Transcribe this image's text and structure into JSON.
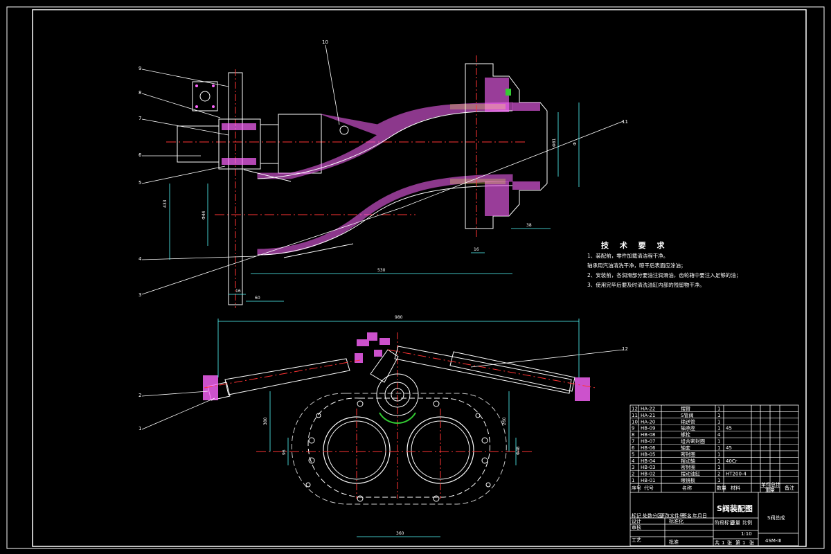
{
  "technical_requirements": {
    "title": "技 术 要 求",
    "lines": [
      "1、装配前，零件加载清洁程干净。",
      "轴承用汽油清洗干净，晾干后表面应涂油；",
      "2、安装前，各润滑部分要油注润滑油，齿轮箱中要注入足够的油；",
      "3、使用完毕后要及时清洗油缸内部的残留物干净。"
    ]
  },
  "part_balloons": [
    "9",
    "8",
    "7",
    "6",
    "5",
    "4",
    "3",
    "10",
    "11",
    "12",
    "2",
    "1"
  ],
  "dimensions": {
    "d_top_right_1": "Φ",
    "d_top_right_2": "Φ81",
    "d_vertical_left": "433",
    "d_vertical_inner": "Φ44",
    "d_bottom_long": "530",
    "d_bottom_small1": "16",
    "d_bottom_small2": "60",
    "d_right_small": "38",
    "d_right_bottom": "16",
    "d_bottom_view_top": "980",
    "d_bottom_view_left": "380",
    "d_bottom_view_h": "96",
    "d_bottom_view_right": "260",
    "d_bottom_view_bottom": "360",
    "d_bottom_view_c": "Φ48"
  },
  "parts_list": {
    "rows": [
      {
        "no": "12",
        "code": "HA-22",
        "name": "摆臂",
        "qty": "1",
        "material": "",
        "note": ""
      },
      {
        "no": "11",
        "code": "HA-21",
        "name": "S管阀",
        "qty": "1",
        "material": "",
        "note": ""
      },
      {
        "no": "10",
        "code": "HA-20",
        "name": "输送管",
        "qty": "1",
        "material": "",
        "note": ""
      },
      {
        "no": "9",
        "code": "HB-09",
        "name": "轴承座",
        "qty": "1",
        "material": "45",
        "note": ""
      },
      {
        "no": "8",
        "code": "HB-08",
        "name": "螺栓",
        "qty": "4",
        "material": "",
        "note": ""
      },
      {
        "no": "7",
        "code": "HB-07",
        "name": "组合密封圈",
        "qty": "1",
        "material": "",
        "note": ""
      },
      {
        "no": "6",
        "code": "HB-06",
        "name": "轴套",
        "qty": "1",
        "material": "45",
        "note": ""
      },
      {
        "no": "5",
        "code": "HB-05",
        "name": "密封圈",
        "qty": "1",
        "material": "",
        "note": ""
      },
      {
        "no": "4",
        "code": "HB-04",
        "name": "摆动轴",
        "qty": "1",
        "material": "40Cr",
        "note": ""
      },
      {
        "no": "3",
        "code": "HB-03",
        "name": "密封圈",
        "qty": "1",
        "material": "",
        "note": ""
      },
      {
        "no": "2",
        "code": "HB-02",
        "name": "摆动油缸",
        "qty": "2",
        "material": "HT200-4",
        "note": ""
      },
      {
        "no": "1",
        "code": "HB-01",
        "name": "眼镜板",
        "qty": "1",
        "material": "",
        "note": ""
      }
    ],
    "header": {
      "no": "序号",
      "code": "代号",
      "name": "名称",
      "qty": "数量",
      "material": "材料",
      "unit_weight": "单件",
      "total_weight": "总计",
      "weight_label": "重量",
      "note": "备注"
    }
  },
  "title_block": {
    "drawing_title": "S阀装配图",
    "project": "S阀总成",
    "drawing_no": "4SM-III",
    "labels": [
      "标记",
      "处数",
      "分区",
      "更改文件号",
      "签名",
      "年月日",
      "设计",
      "标准化",
      "审核",
      "工艺",
      "批准",
      "阶段标记",
      "重量",
      "比例",
      "共",
      "张",
      "第",
      "张"
    ],
    "scale": "1:10",
    "sheet_total": "1",
    "sheet_no": "1"
  },
  "colors": {
    "frame": "#ffffff",
    "hatch": "#ff66ff",
    "centerline": "#ff3333",
    "dimension": "#55ffff",
    "accent_green": "#33cc33",
    "yellow": "#ffff55"
  }
}
